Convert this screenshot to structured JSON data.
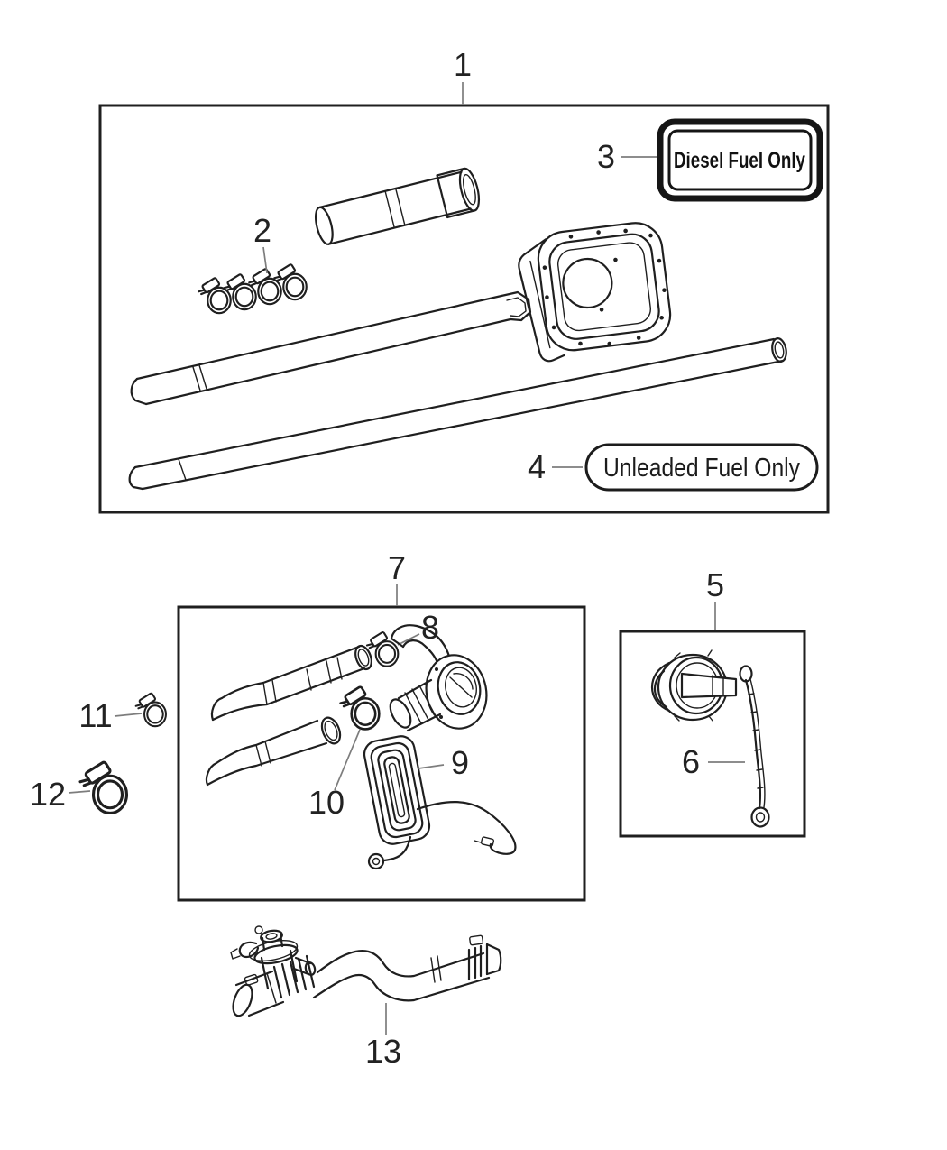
{
  "diagram": {
    "background": "#ffffff",
    "ink": "#1f1f1f",
    "callouts": [
      {
        "number": "1"
      },
      {
        "number": "2"
      },
      {
        "number": "3"
      },
      {
        "number": "4"
      },
      {
        "number": "5"
      },
      {
        "number": "6"
      },
      {
        "number": "7"
      },
      {
        "number": "8"
      },
      {
        "number": "9"
      },
      {
        "number": "10"
      },
      {
        "number": "11"
      },
      {
        "number": "12"
      },
      {
        "number": "13"
      }
    ],
    "labels": {
      "diesel": "Diesel Fuel Only",
      "unleaded": "Unleaded Fuel Only"
    }
  }
}
